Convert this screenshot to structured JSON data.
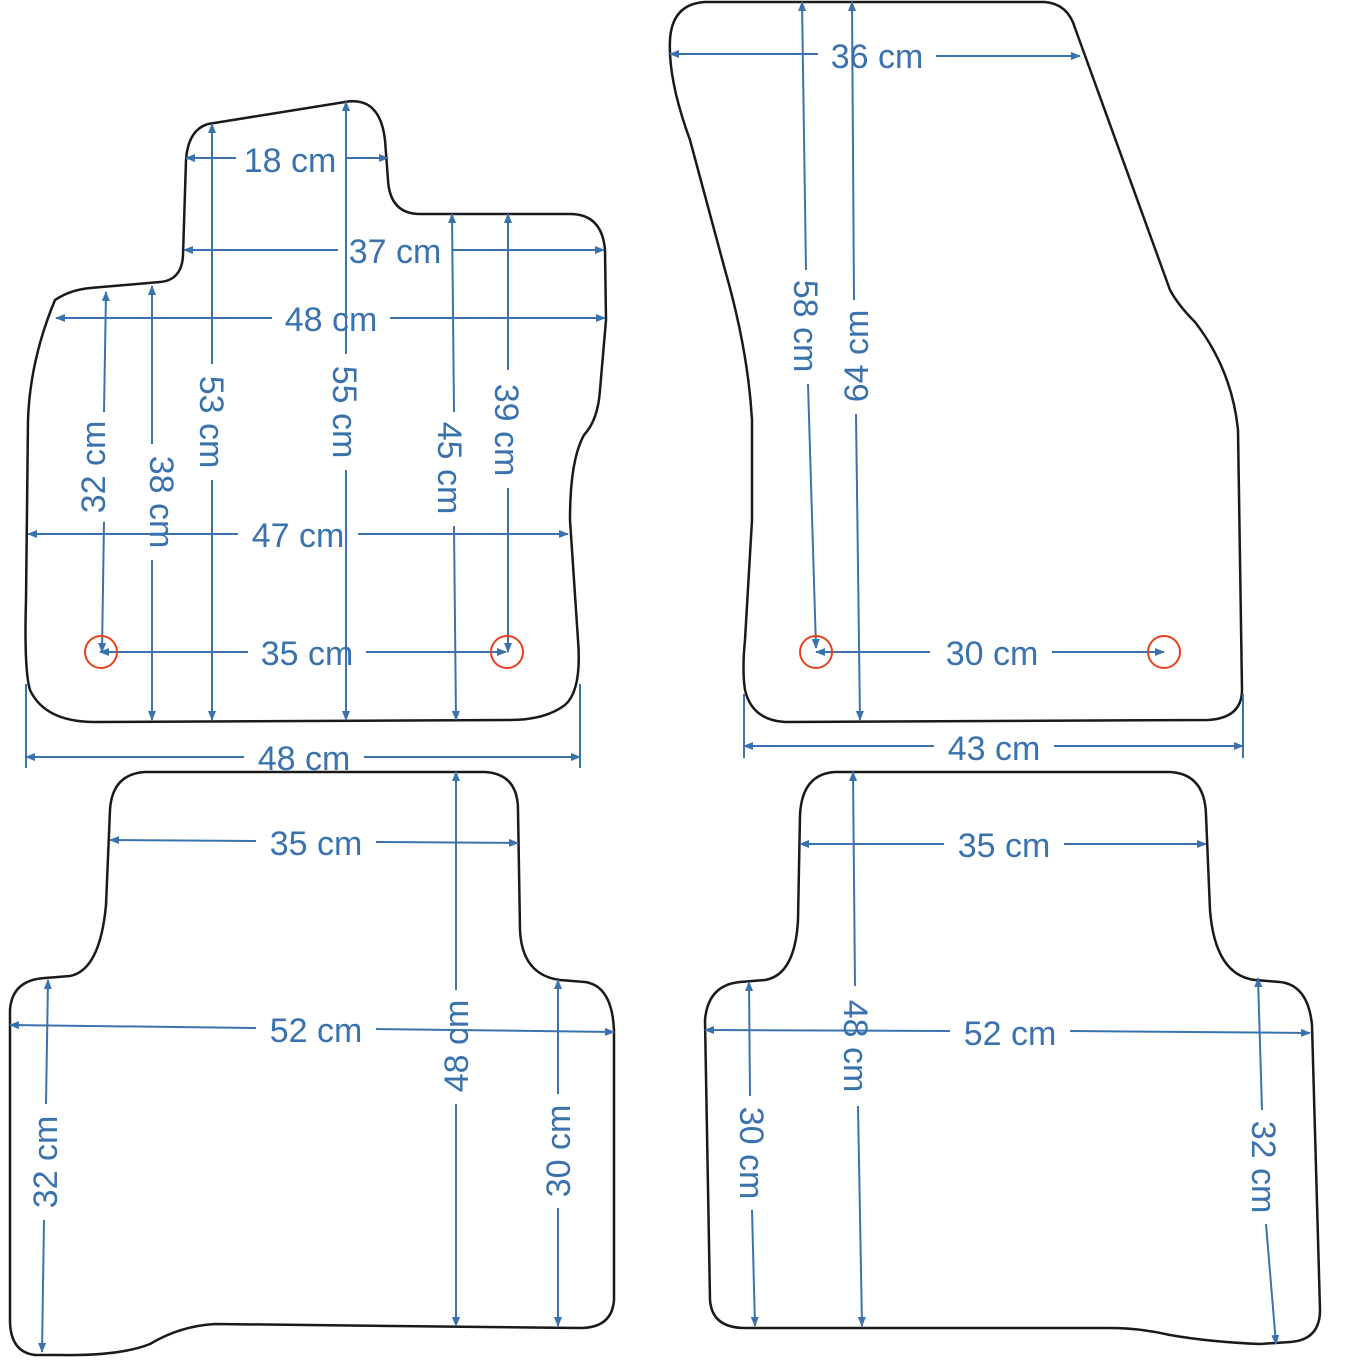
{
  "colors": {
    "outline": "#1a1a1a",
    "dimension": "#3a72ad",
    "hole": "#e8401c"
  },
  "mats": {
    "front_left": {
      "width_top": "18 cm",
      "width_upper": "37 cm",
      "width_mid": "48 cm",
      "width_lower": "47 cm",
      "hole_spacing": "35 cm",
      "width_bottom": "48 cm",
      "height_a": "32 cm",
      "height_b": "38 cm",
      "height_c": "53 cm",
      "height_d": "55 cm",
      "height_e": "45 cm",
      "height_f": "39 cm"
    },
    "front_right": {
      "width_top": "36 cm",
      "height_a": "58 cm",
      "height_b": "64 cm",
      "hole_spacing": "30 cm",
      "width_bottom": "43 cm"
    },
    "rear_left": {
      "width_top": "35 cm",
      "width_main": "52 cm",
      "height_center": "48 cm",
      "height_left": "32 cm",
      "height_right": "30 cm"
    },
    "rear_right": {
      "width_top": "35 cm",
      "width_main": "52 cm",
      "height_center": "48 cm",
      "height_left": "30 cm",
      "height_right": "32 cm"
    }
  }
}
